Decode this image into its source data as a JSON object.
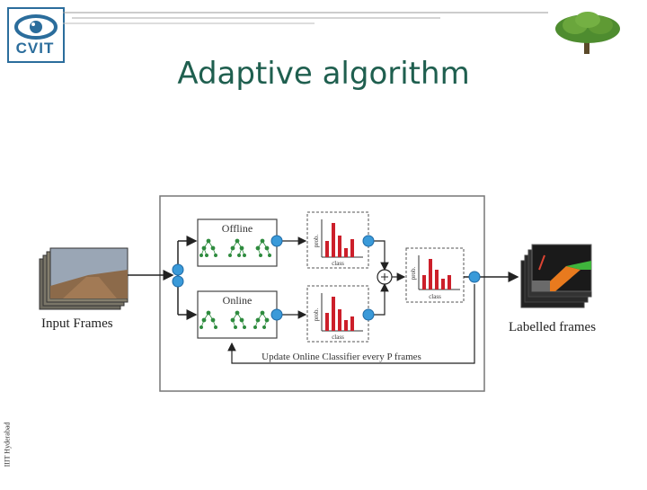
{
  "logo": {
    "text": "CVIT"
  },
  "slide": {
    "title": "Adaptive algorithm"
  },
  "sidebar": {
    "text": "IIIT Hyderabad"
  },
  "diagram": {
    "input_label": "Input Frames",
    "output_label": "Labelled frames",
    "offline_label": "Offline",
    "online_label": "Online",
    "prob_label": "prob.",
    "class_label": "class",
    "update_label": "Update Online Classifier every P frames",
    "colors": {
      "bars": "#cc1f2a",
      "nodes": "#3a9ad9",
      "tree": "#2e8b3e",
      "frame": "#555555"
    }
  }
}
